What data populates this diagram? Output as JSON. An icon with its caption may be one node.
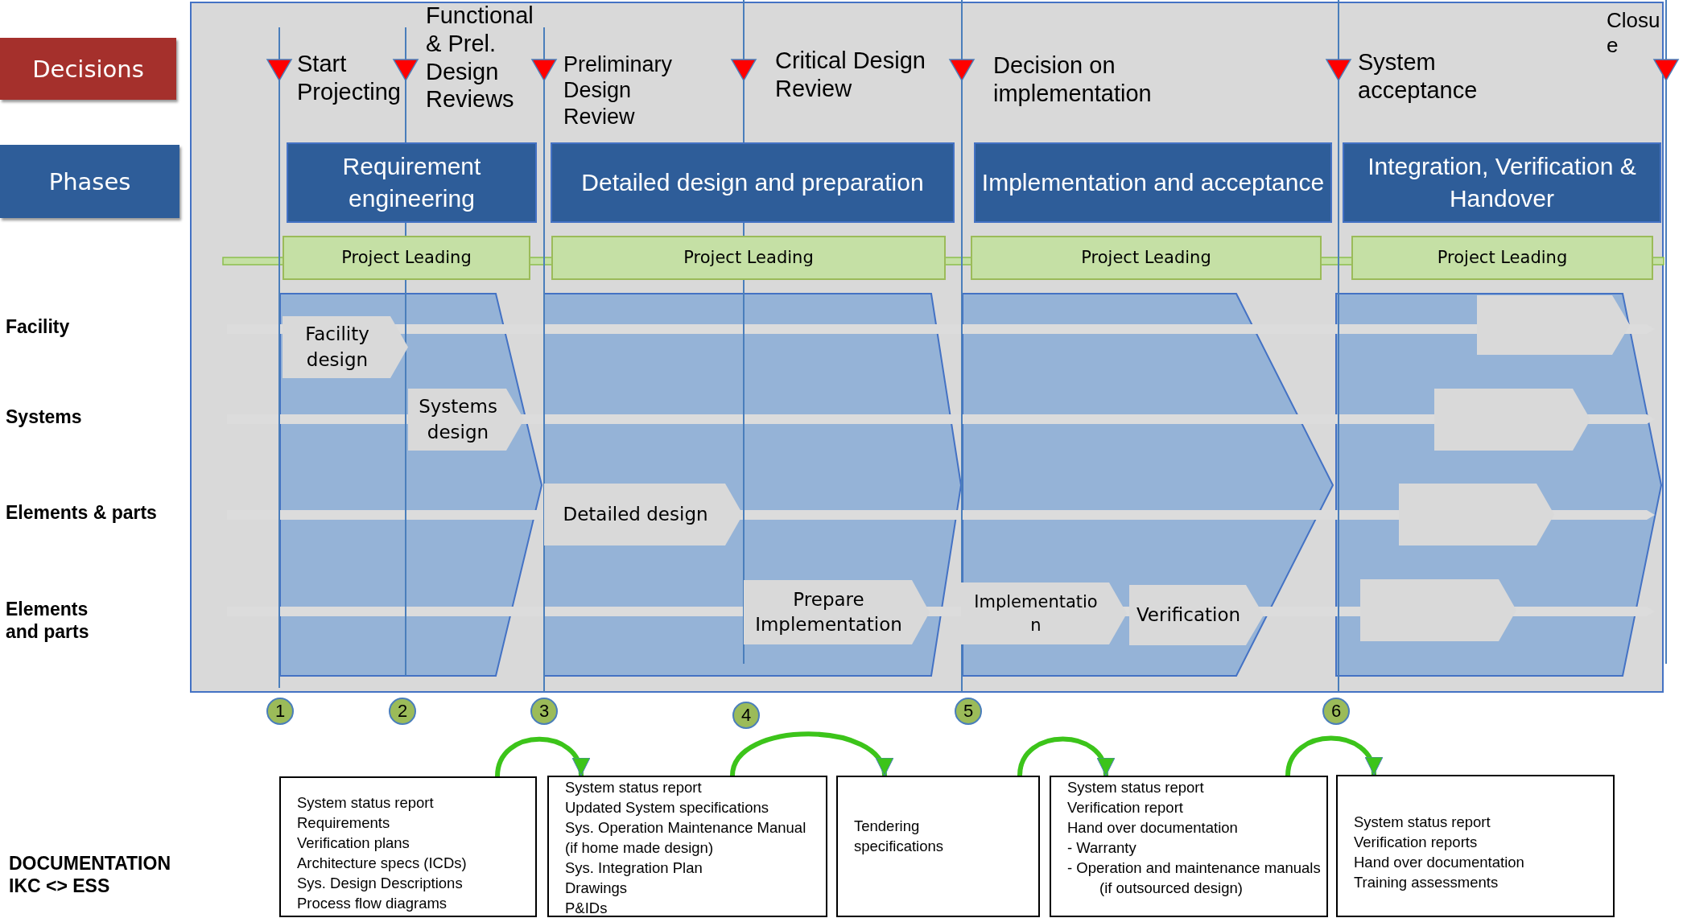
{
  "diagram": {
    "nodes": [
      {
        "text": [
          "Decisions"
        ]
      },
      {
        "text": [
          "Phases"
        ]
      },
      {
        "text": [
          "Requirement engineering"
        ]
      },
      {
        "text": [
          "Detailed design and preparation"
        ]
      },
      {
        "text": [
          "Implementation and acceptance"
        ]
      },
      {
        "text": [
          "Integration, Verification & Handover"
        ]
      },
      {
        "text": [
          "Project Leading"
        ]
      },
      {
        "text": [
          "Project Leading"
        ]
      },
      {
        "text": [
          "Project Leading"
        ]
      },
      {
        "text": [
          "Project Leading"
        ]
      },
      {
        "text": [
          "Facility design"
        ]
      },
      {
        "text": [
          "Systems design"
        ]
      },
      {
        "text": [
          "Detailed design"
        ]
      },
      {
        "text": [
          "Prepare Implementation"
        ]
      },
      {
        "text": [
          "Implementatio n"
        ]
      },
      {
        "text": [
          "Verification"
        ]
      },
      {
        "text": [],
        "shape": "pentagon"
      },
      {
        "text": [],
        "shape": "pentagon"
      },
      {
        "text": [],
        "shape": "pentagon"
      },
      {
        "text": [],
        "shape": "pentagon"
      },
      {
        "text": [
          "1"
        ]
      },
      {
        "text": [
          "2"
        ]
      },
      {
        "text": [
          "3"
        ]
      },
      {
        "text": [
          "4"
        ]
      },
      {
        "text": [
          "5"
        ]
      },
      {
        "text": [
          "6"
        ]
      },
      {
        "text": [
          "System status report",
          "Requirements",
          "Verification plans",
          "Architecture specs (ICDs)",
          "Sys. Design Descriptions",
          "Process flow diagrams"
        ]
      },
      {
        "text": [
          "System status report",
          "Updated System specifications",
          "Sys. Operation Maintenance Manual (if home made design)",
          "Sys. Integration Plan",
          "Drawings",
          "P&IDs"
        ]
      },
      {
        "text": [
          "Tendering specifications"
        ]
      },
      {
        "text": [
          "System status report",
          "Verification report",
          "Hand over documentation",
          "- Warranty",
          "- Operation and maintenance manuals (if outsourced design)"
        ]
      },
      {
        "text": [
          "System status report",
          "Verification reports",
          "Hand over documentation",
          "Training assessments"
        ]
      }
    ],
    "edges": [
      {
        "from": 26,
        "to": 27,
        "arrow": "to"
      },
      {
        "from": 27,
        "to": 28,
        "arrow": "to"
      },
      {
        "from": 28,
        "to": 29,
        "arrow": "to"
      },
      {
        "from": 29,
        "to": 30,
        "arrow": "to"
      }
    ],
    "labels": [
      "Start Projecting",
      "Functional & Prel. Design Reviews",
      "Preliminary Design Review",
      "Critical Design Review",
      "Decision on implementation",
      "System acceptance",
      "Closu e",
      "Facility",
      "Systems",
      "Elements & parts",
      "Elements and parts",
      "DOCUMENTATION IKC <> ESS"
    ]
  }
}
